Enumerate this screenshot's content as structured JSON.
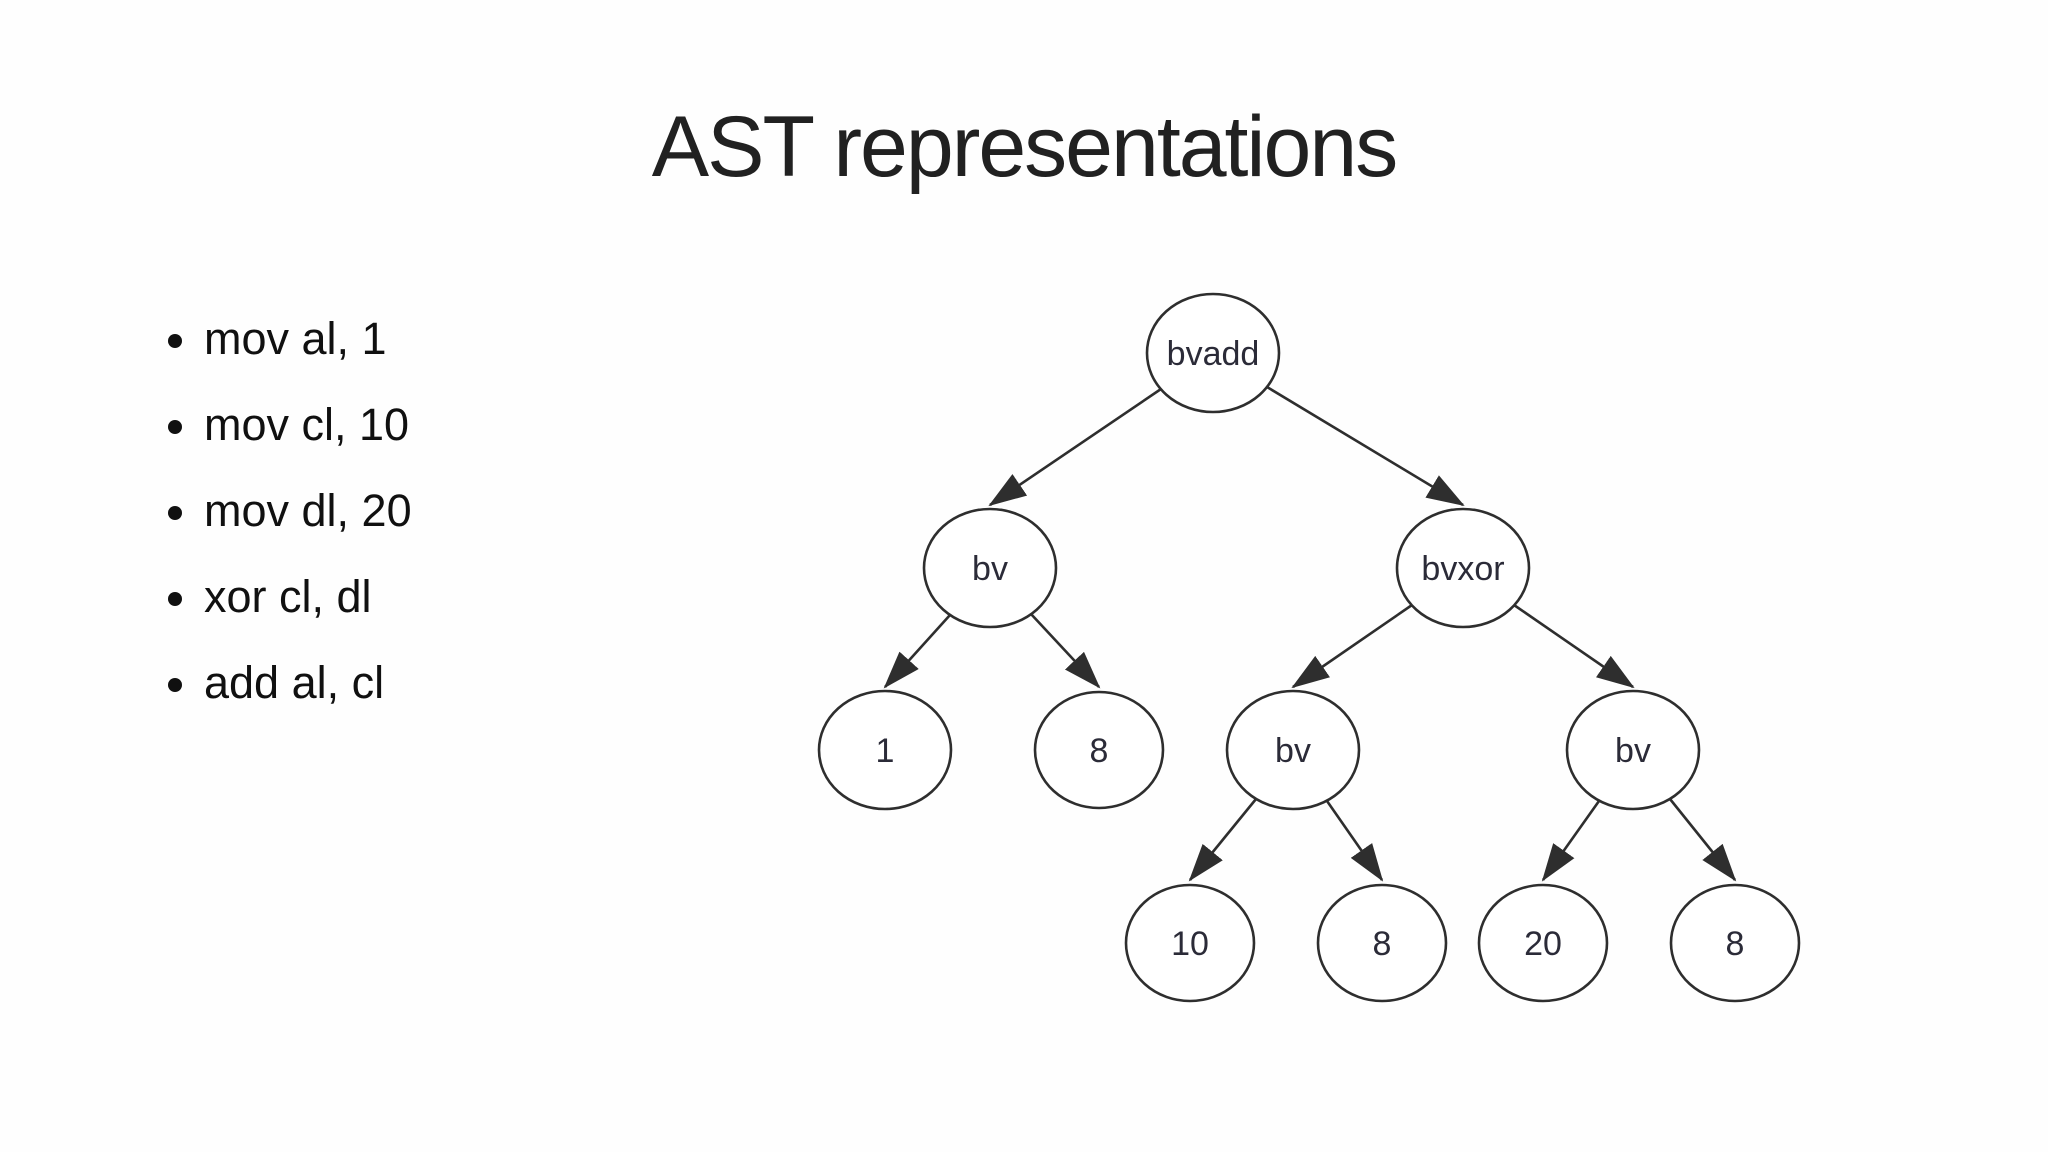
{
  "slide": {
    "title": "AST representations",
    "bullets": [
      "mov al, 1",
      "mov cl, 10",
      "mov dl, 20",
      "xor cl, dl",
      "add al, cl"
    ]
  },
  "tree": {
    "type": "ast",
    "nodes": {
      "bvadd": "bvadd",
      "bv_left": "bv",
      "bvxor": "bvxor",
      "leaf_1": "1",
      "leaf_8_left": "8",
      "bv_mid": "bv",
      "bv_right": "bv",
      "leaf_10": "10",
      "leaf_8_mid": "8",
      "leaf_20": "20",
      "leaf_8_right": "8"
    },
    "edges": [
      [
        "bvadd",
        "bv_left"
      ],
      [
        "bvadd",
        "bvxor"
      ],
      [
        "bv_left",
        "leaf_1"
      ],
      [
        "bv_left",
        "leaf_8_left"
      ],
      [
        "bvxor",
        "bv_mid"
      ],
      [
        "bvxor",
        "bv_right"
      ],
      [
        "bv_mid",
        "leaf_10"
      ],
      [
        "bv_mid",
        "leaf_8_mid"
      ],
      [
        "bv_right",
        "leaf_20"
      ],
      [
        "bv_right",
        "leaf_8_right"
      ]
    ],
    "colors": {
      "stroke": "#2e2e2e",
      "label": "#2b2b38",
      "background": "#fefefe"
    }
  }
}
